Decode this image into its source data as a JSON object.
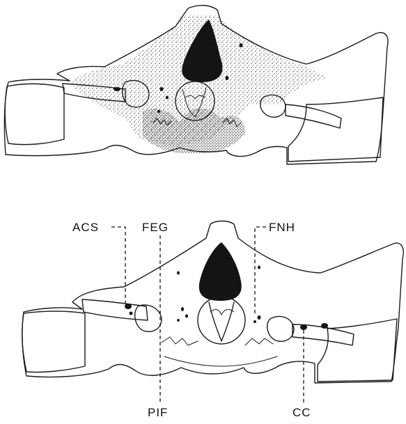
{
  "figure": {
    "labels": {
      "acs": "ACS",
      "feg": "FEG",
      "fnh": "FNH",
      "pif": "PIF",
      "cc": "CC"
    },
    "colors": {
      "ink": "#1a1a1a",
      "stipple": "#2a2a2a",
      "background": "#ffffff"
    }
  }
}
